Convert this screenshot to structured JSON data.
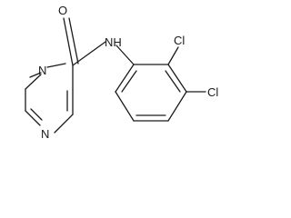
{
  "molecule": {
    "atoms": {
      "carbonyl_oxygen": "O",
      "amide_nitrogen": "NH",
      "chlorine_2": "Cl",
      "chlorine_3": "Cl",
      "pyrazine_nitrogen_1": "N",
      "pyrazine_nitrogen_4": "N"
    }
  }
}
